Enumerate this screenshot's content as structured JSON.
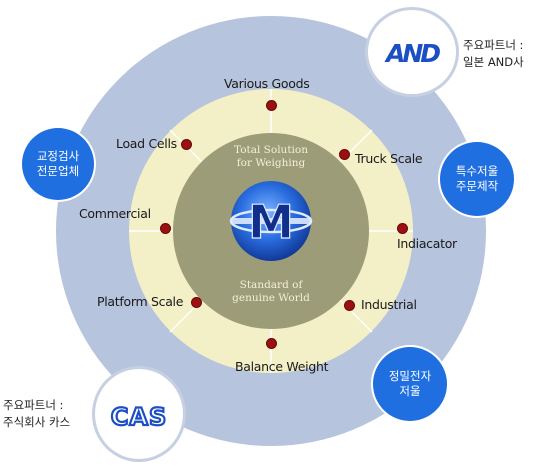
{
  "hub": {
    "top_text_line1": "Total Solution",
    "top_text_line2": "for Weighing",
    "bottom_text_line1": "Standard of",
    "bottom_text_line2": "genuine World",
    "logo_letter": "M"
  },
  "products": [
    "Various Goods",
    "Truck Scale",
    "Indiacator",
    "Industrial",
    "Balance Weight",
    "Platform Scale",
    "Commercial",
    "Load Cells"
  ],
  "bubbles": {
    "calibration": {
      "line1": "교정검사",
      "line2": "전문업체"
    },
    "custom_scale": {
      "line1": "특수저울",
      "line2": "주문제작"
    },
    "precision": {
      "line1": "정밀전자",
      "line2": "저울"
    }
  },
  "partners": {
    "and": {
      "logo": "AND",
      "line1": "주요파트너 :",
      "line2": "일본 AND사"
    },
    "cas": {
      "logo": "CAS",
      "line1": "주요파트너 :",
      "line2": "주식회사 카스"
    }
  },
  "colors": {
    "outer_ring": "#b7c4dd",
    "middle_ring": "#f3efc7",
    "inner_circle": "#9c9c78",
    "dot": "#9b1010",
    "bubble": "#1f6fe0",
    "logo_blue": "#1c4fc4"
  }
}
